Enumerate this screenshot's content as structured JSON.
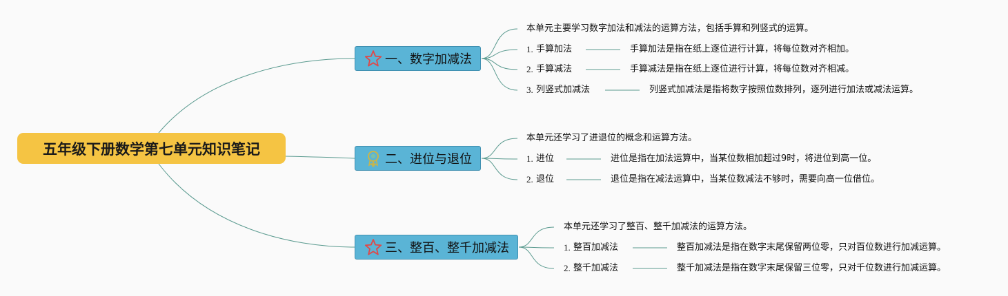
{
  "root": {
    "title": "五年级下册数学第七单元知识笔记"
  },
  "branches": [
    {
      "icon": "star-icon",
      "title": "一、数字加减法",
      "intro": "本单元主要学习数字加法和减法的运算方法，包括手算和列竖式的运算。",
      "items": [
        {
          "num": "1.",
          "name": "手算加法",
          "desc": "手算加法是指在纸上逐位进行计算，将每位数对齐相加。"
        },
        {
          "num": "2.",
          "name": "手算减法",
          "desc": "手算减法是指在纸上逐位进行计算，将每位数对齐相减。"
        },
        {
          "num": "3.",
          "name": "列竖式加减法",
          "desc": "列竖式加减法是指将数字按照位数排列，逐列进行加法或减法运算。"
        }
      ]
    },
    {
      "icon": "ribbon-badge-icon",
      "title": "二、进位与退位",
      "intro": "本单元还学习了进退位的概念和运算方法。",
      "items": [
        {
          "num": "1.",
          "name": "进位",
          "desc": "进位是指在加法运算中，当某位数相加超过9时，将进位到高一位。"
        },
        {
          "num": "2.",
          "name": "退位",
          "desc": "退位是指在减法运算中，当某位数减法不够时，需要向高一位借位。"
        }
      ]
    },
    {
      "icon": "star-icon",
      "title": "三、整百、整千加减法",
      "intro": "本单元还学习了整百、整千加减法的运算方法。",
      "items": [
        {
          "num": "1.",
          "name": "整百加减法",
          "desc": "整百加减法是指在数字末尾保留两位零，只对百位数进行加减运算。"
        },
        {
          "num": "2.",
          "name": "整千加减法",
          "desc": "整千加减法是指在数字末尾保留三位零，只对千位数进行加减运算。"
        }
      ]
    }
  ],
  "colors": {
    "root": "#f5c443",
    "branch": "#5ab4d6",
    "line": "#5a9a8f",
    "star": "#e04848",
    "badge": "#c9b54a"
  }
}
